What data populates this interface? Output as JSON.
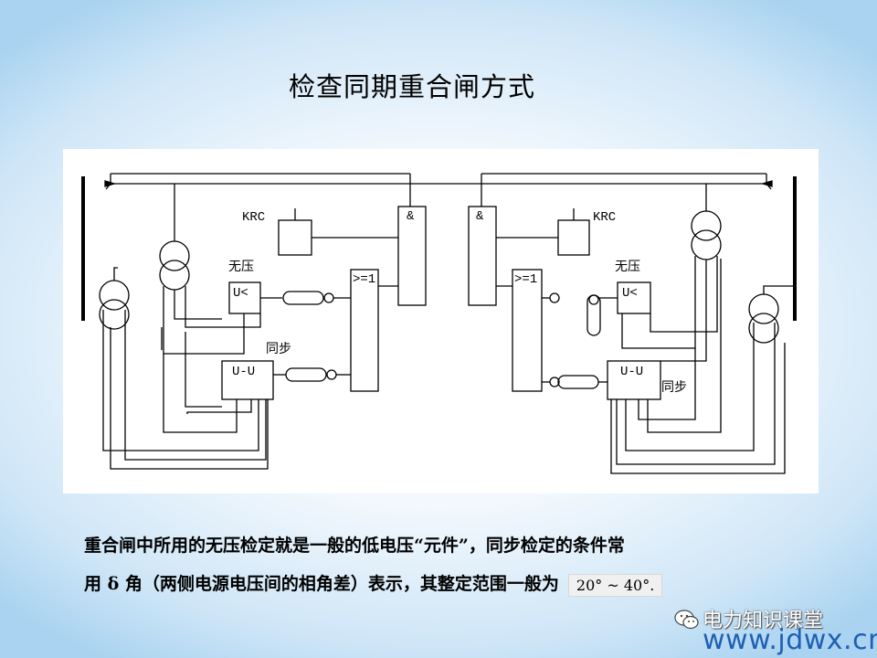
{
  "title": "检查同期重合闸方式",
  "diagram": {
    "left_side": {
      "gate_and": "&",
      "relay": "KRC",
      "gate_or": ">=1",
      "voltage_label": "无压",
      "voltage_relay": "U<",
      "sync_label": "同步",
      "sync_relay": "U-U"
    },
    "right_side": {
      "gate_and": "&",
      "relay": "KRC",
      "gate_or": ">=1",
      "voltage_label": "无压",
      "voltage_relay": "U<",
      "sync_label": "同步",
      "sync_relay": "U-U"
    }
  },
  "paragraph": {
    "line1": "重合闸中所用的无压检定就是一般的低电压“元件”，同步检定的条件常",
    "line2": "用 δ 角（两侧电源电压间的相角差）表示，其整定范围一般为",
    "range": "20° ~ 40°."
  },
  "watermark": {
    "name": "电力知识课堂",
    "url": "www.jdwx.cn"
  }
}
